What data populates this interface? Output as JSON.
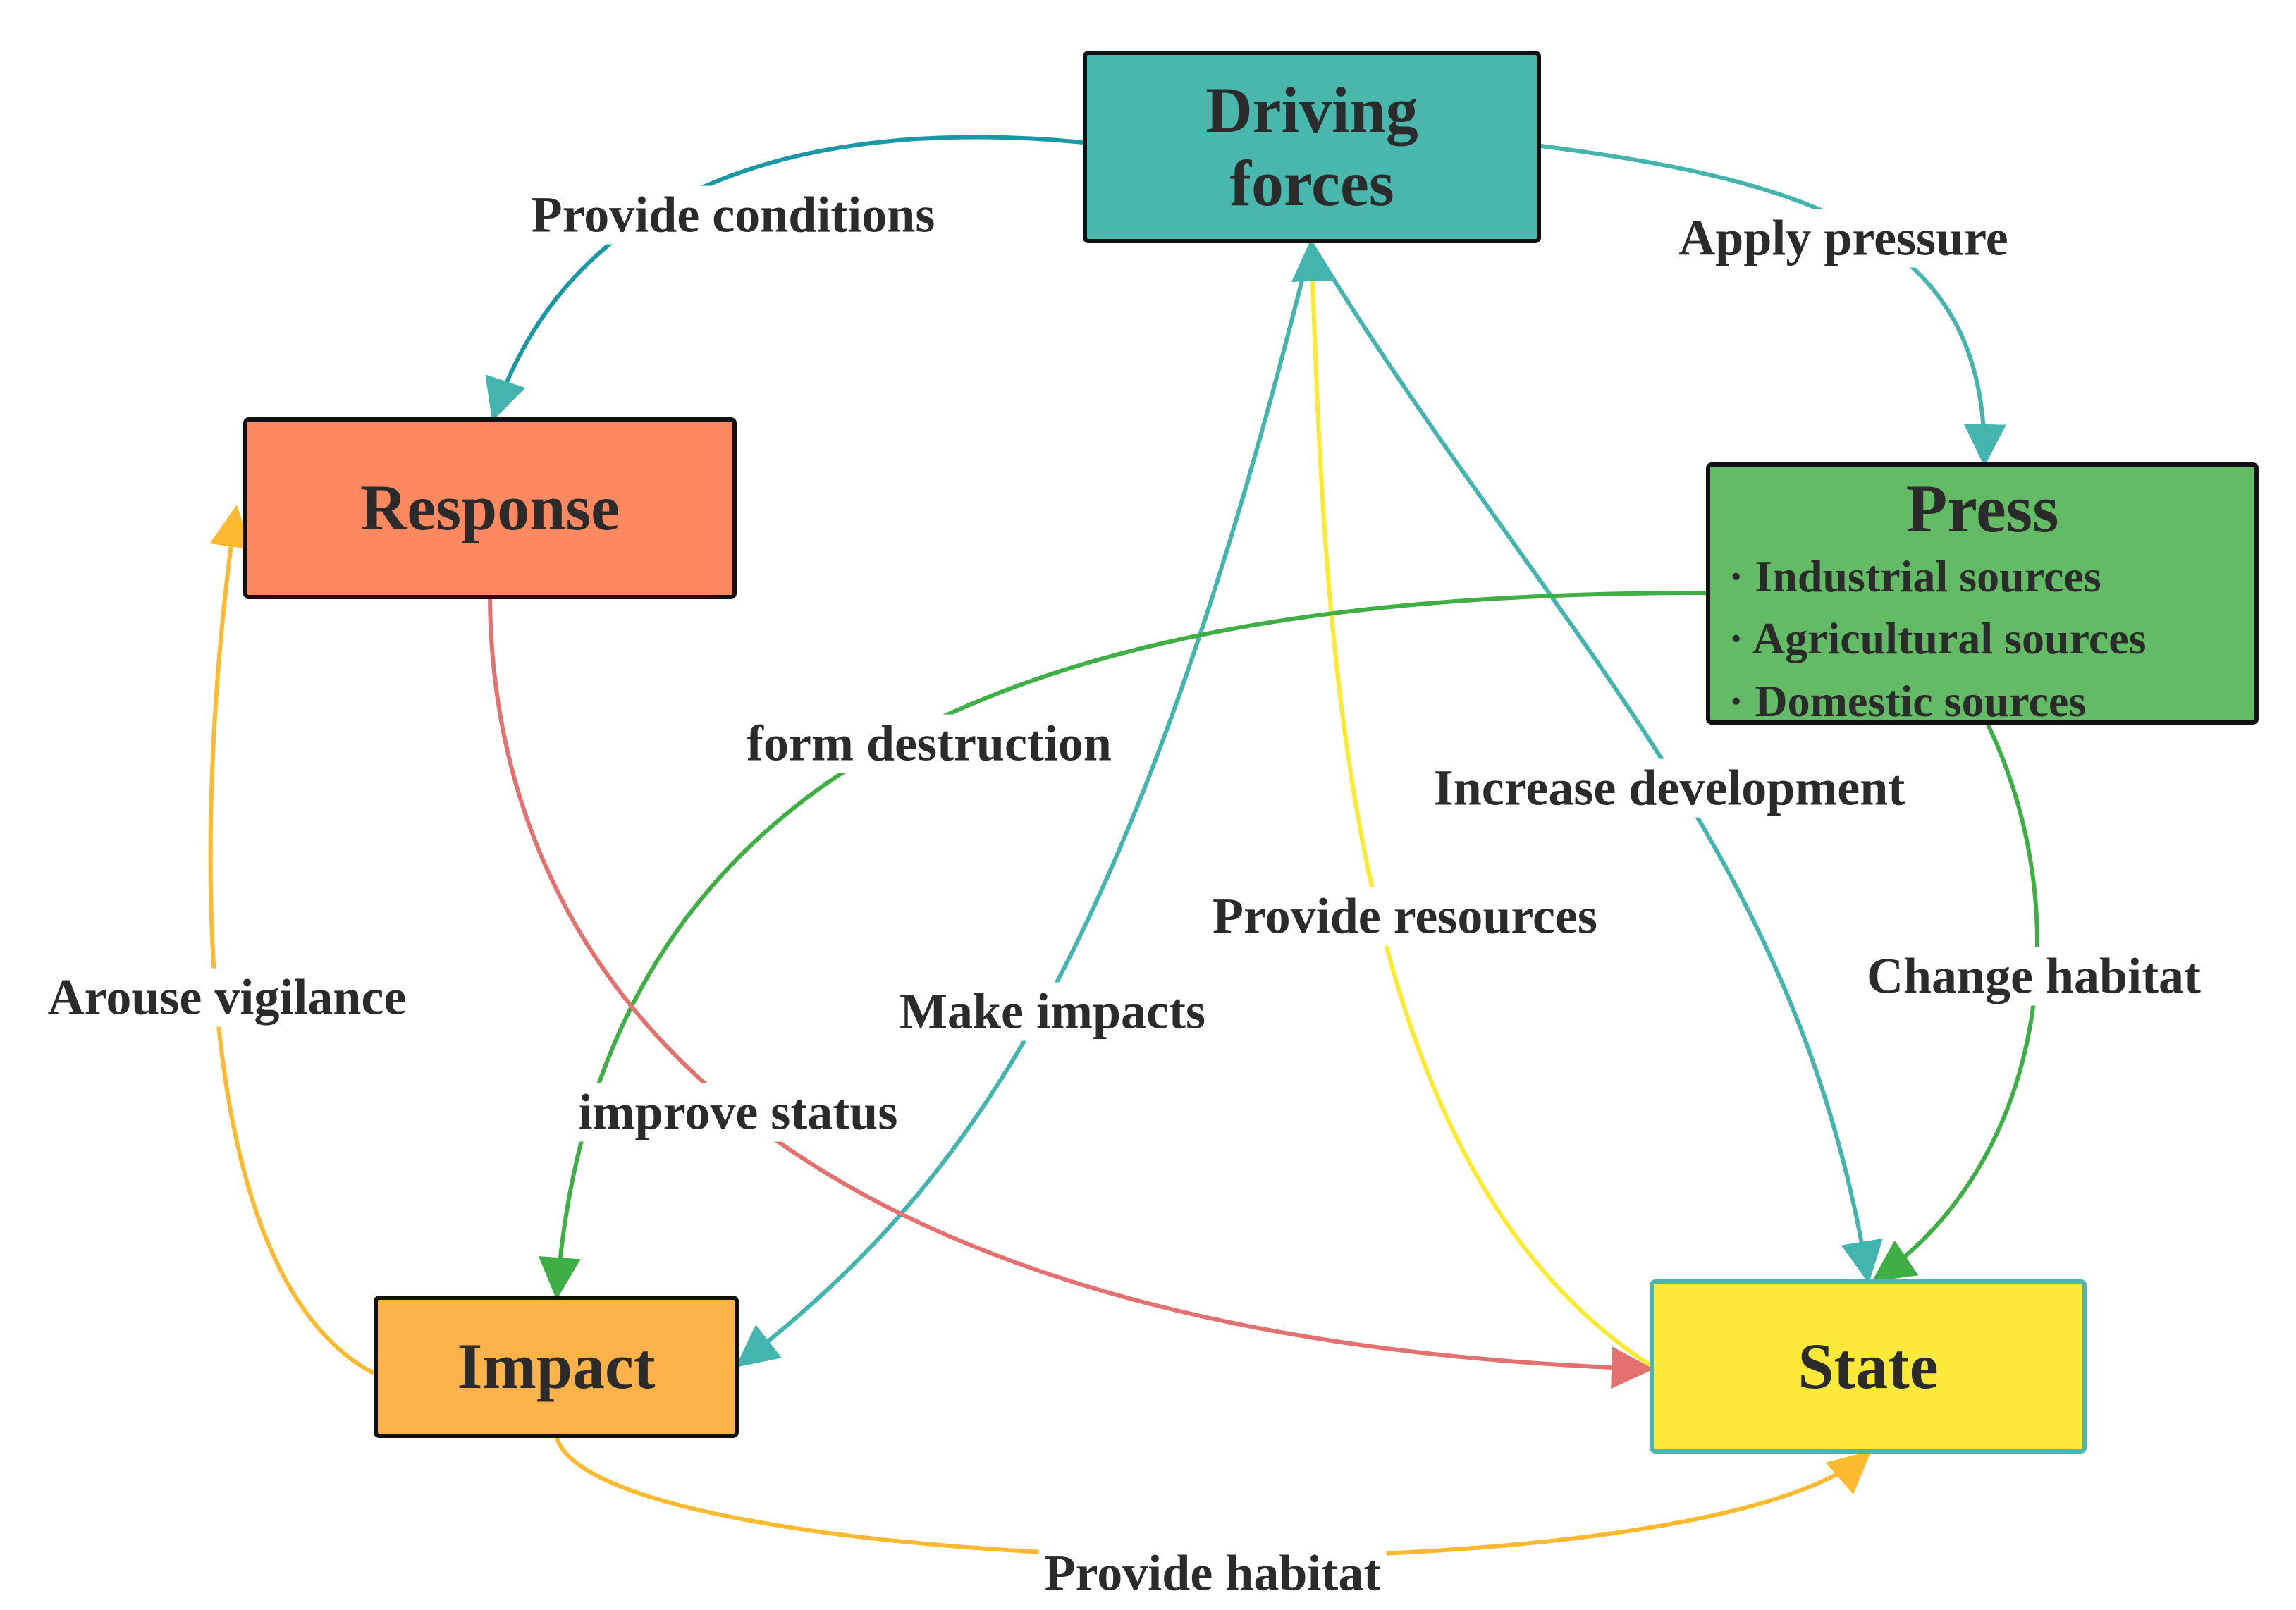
{
  "nodes": {
    "driving_forces": {
      "title_line1": "Driving",
      "title_line2": "forces",
      "fill": "#49B7AB"
    },
    "response": {
      "title": "Response",
      "fill": "#FE8960"
    },
    "press": {
      "title": "Press",
      "fill": "#63BB65",
      "items": [
        "· Industrial sources",
        "· Agricultural sources",
        "· Domestic sources"
      ]
    },
    "impact": {
      "title": "Impact",
      "fill": "#FEB24A"
    },
    "state": {
      "title": "State",
      "fill": "#FDE93A",
      "border": "#4BB6B0"
    }
  },
  "edges": {
    "provide_conditions": "Provide conditions",
    "apply_pressure": "Apply pressure",
    "form_destruction": "form destruction",
    "increase_development": "Increase development",
    "provide_resources": "Provide resources",
    "change_habitat": "Change habitat",
    "make_impacts": "Make impacts",
    "arouse_vigilance": "Arouse vigilance",
    "improve_status": "improve status",
    "provide_habitat": "Provide habitat"
  },
  "colors": {
    "teal_dark": "#1A98A6",
    "teal": "#44B4AE",
    "green": "#3FAE45",
    "yellow": "#FCEA2E",
    "red": "#E3716F",
    "orange": "#FDBA30"
  }
}
